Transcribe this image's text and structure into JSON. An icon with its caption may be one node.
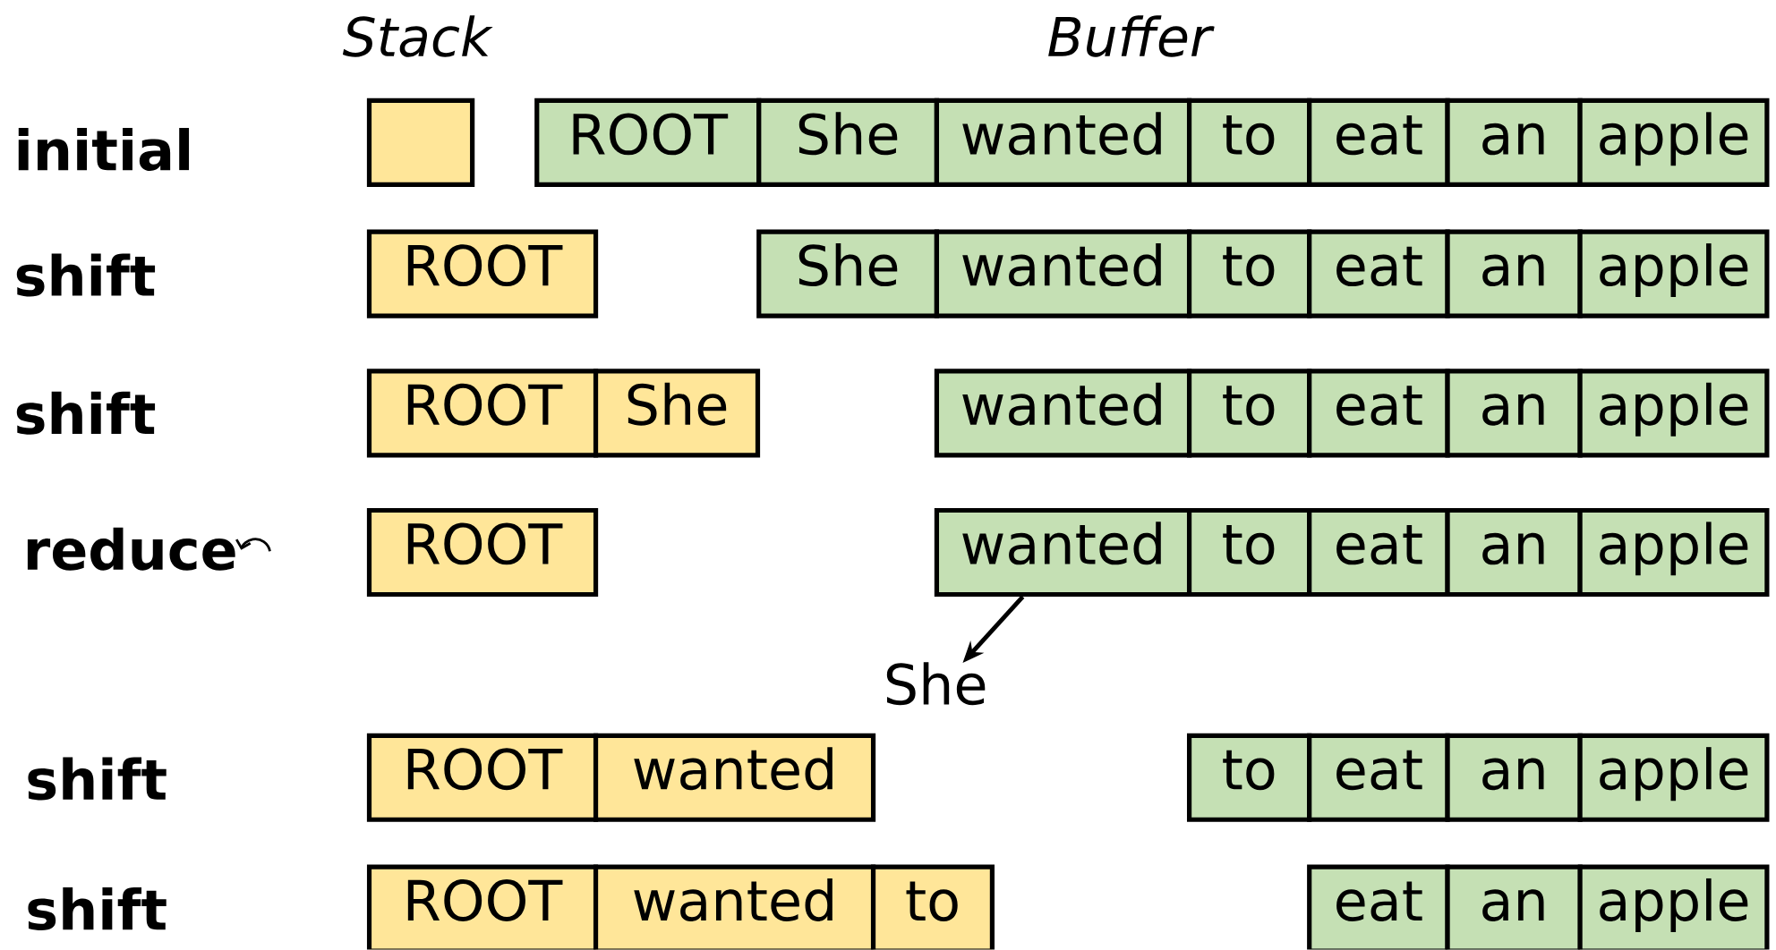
{
  "diagram": {
    "nodes": [
      {
        "text": [],
        "shape": "box"
      },
      {
        "text": [
          "ROOT"
        ]
      },
      {
        "text": [
          "She"
        ]
      },
      {
        "text": [
          "wanted"
        ]
      },
      {
        "text": [
          "to"
        ]
      },
      {
        "text": [
          "eat"
        ]
      },
      {
        "text": [
          "an"
        ]
      },
      {
        "text": [
          "apple"
        ]
      },
      {
        "text": [
          "ROOT"
        ]
      },
      {
        "text": [
          "She"
        ]
      },
      {
        "text": [
          "wanted"
        ]
      },
      {
        "text": [
          "to"
        ]
      },
      {
        "text": [
          "eat"
        ]
      },
      {
        "text": [
          "an"
        ]
      },
      {
        "text": [
          "apple"
        ]
      },
      {
        "text": [
          "ROOT"
        ]
      },
      {
        "text": [
          "She"
        ]
      },
      {
        "text": [
          "wanted"
        ]
      },
      {
        "text": [
          "to"
        ]
      },
      {
        "text": [
          "eat"
        ]
      },
      {
        "text": [
          "an"
        ]
      },
      {
        "text": [
          "apple"
        ]
      },
      {
        "text": [
          "ROOT"
        ]
      },
      {
        "text": [
          "wanted"
        ]
      },
      {
        "text": [
          "to"
        ]
      },
      {
        "text": [
          "eat"
        ]
      },
      {
        "text": [
          "an"
        ]
      },
      {
        "text": [
          "apple"
        ]
      },
      {
        "text": [
          "She"
        ]
      },
      {
        "text": [
          "ROOT"
        ]
      },
      {
        "text": [
          "wanted"
        ]
      },
      {
        "text": [
          "to"
        ]
      },
      {
        "text": [
          "eat"
        ]
      },
      {
        "text": [
          "an"
        ]
      },
      {
        "text": [
          "apple"
        ]
      },
      {
        "text": [
          "ROOT"
        ]
      },
      {
        "text": [
          "wanted"
        ]
      },
      {
        "text": [
          "to"
        ]
      },
      {
        "text": [
          "eat"
        ]
      },
      {
        "text": [
          "an"
        ]
      },
      {
        "text": [
          "apple"
        ]
      }
    ],
    "edges": [
      {
        "from": 23,
        "to": 28,
        "arrow": "to"
      }
    ],
    "labels": [
      "Stack",
      "Buffer",
      "initial",
      "shift",
      "shift",
      "reduce",
      "shift",
      "shift"
    ]
  }
}
